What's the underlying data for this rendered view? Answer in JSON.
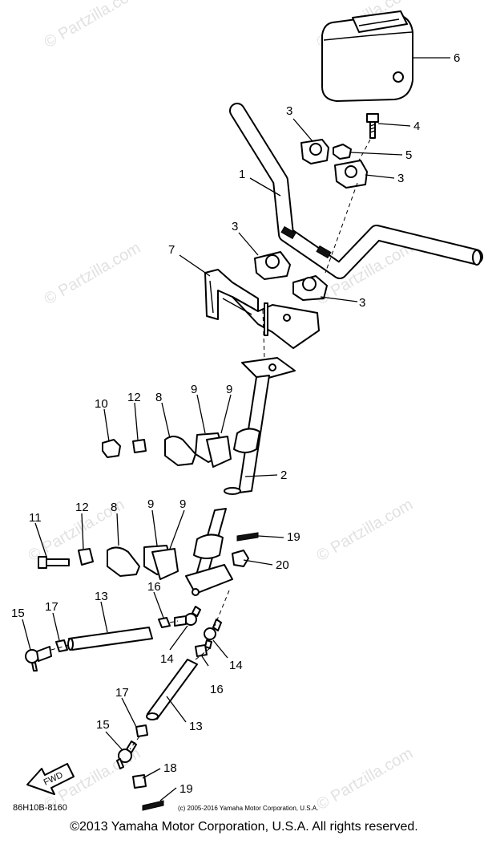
{
  "watermarks": [
    "© Partzilla.com",
    "© Partzilla.com",
    "© Partzilla.com",
    "© Partzilla.com",
    "© Partzilla.com",
    "© Partzilla.com",
    "© Partzilla.com",
    "© Partzilla.com"
  ],
  "part_labels": [
    "6",
    "4",
    "3",
    "5",
    "3",
    "1",
    "3",
    "3",
    "7",
    "10",
    "12",
    "8",
    "9",
    "9",
    "2",
    "11",
    "12",
    "8",
    "9",
    "9",
    "19",
    "20",
    "15",
    "17",
    "13",
    "16",
    "14",
    "14",
    "16",
    "17",
    "13",
    "15",
    "18",
    "19"
  ],
  "fwd_label": "FWD",
  "diagram_code": "86H10B-8160",
  "inner_copyright": "(c) 2005-2016 Yamaha Motor Corporation, U.S.A.",
  "copyright": "©2013 Yamaha Motor Corporation, U.S.A. All rights reserved."
}
